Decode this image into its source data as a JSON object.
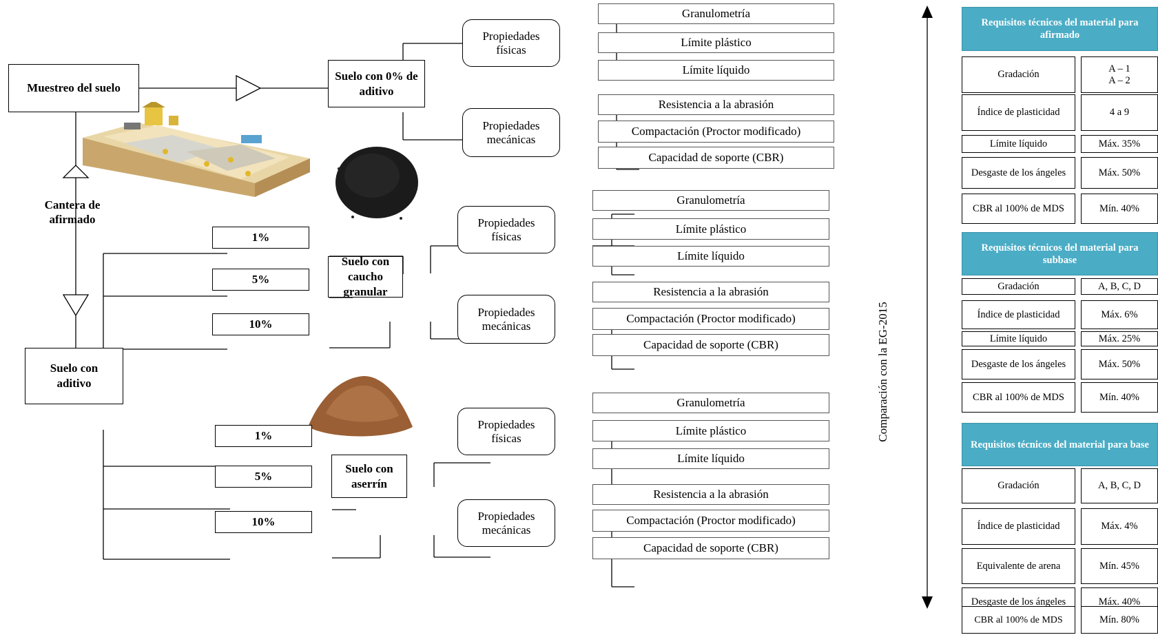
{
  "sampling": {
    "muestreo": "Muestreo del suelo",
    "cantera": "Cantera de afirmado",
    "suelo_aditivo": "Suelo con aditivo"
  },
  "branch_zero": {
    "title": "Suelo con 0% de aditivo"
  },
  "branch_caucho": {
    "title": "Suelo con caucho granular",
    "p1": "1%",
    "p2": "5%",
    "p3": "10%"
  },
  "branch_aserrin": {
    "title": "Suelo con aserrín",
    "p1": "1%",
    "p2": "5%",
    "p3": "10%"
  },
  "properties": {
    "fisicas": "Propiedades físicas",
    "mecanicas": "Propiedades mecánicas",
    "granulometria": "Granulometría",
    "limite_plastico": "Límite plástico",
    "limite_liquido": "Límite líquido",
    "abrasion": "Resistencia a la abrasión",
    "compactacion": "Compactación (Proctor modificado)",
    "cbr": "Capacidad de soporte (CBR)"
  },
  "comparison_label": "Comparación con la EG-2015",
  "tables": {
    "afirmado": {
      "title": "Requisitos técnicos del material para afirmado",
      "rows": [
        {
          "label": "Gradación",
          "value": "A – 1\nA – 2"
        },
        {
          "label": "Índice de plasticidad",
          "value": "4 a 9"
        },
        {
          "label": "Límite líquido",
          "value": "Máx. 35%"
        },
        {
          "label": "Desgaste de los ángeles",
          "value": "Máx. 50%"
        },
        {
          "label": "CBR al 100% de MDS",
          "value": "Mín. 40%"
        }
      ]
    },
    "subbase": {
      "title": "Requisitos técnicos del material para subbase",
      "rows": [
        {
          "label": "Gradación",
          "value": "A, B, C, D"
        },
        {
          "label": "Índice de plasticidad",
          "value": "Máx. 6%"
        },
        {
          "label": "Límite líquido",
          "value": "Máx. 25%"
        },
        {
          "label": "Desgaste de los ángeles",
          "value": "Máx. 50%"
        },
        {
          "label": "CBR al 100% de MDS",
          "value": "Mín. 40%"
        }
      ]
    },
    "base": {
      "title": "Requisitos técnicos del material para base",
      "rows": [
        {
          "label": "Gradación",
          "value": "A, B, C, D"
        },
        {
          "label": "Índice de plasticidad",
          "value": "Máx. 4%"
        },
        {
          "label": "Equivalente de arena",
          "value": "Mín. 45%"
        },
        {
          "label": "Desgaste de los ángeles",
          "value": "Máx. 40%"
        },
        {
          "label": "CBR al 100% de MDS",
          "value": "Mín. 80%"
        }
      ]
    }
  },
  "colors": {
    "table_header": "#4aacc5",
    "rubber": "#1b1b1b",
    "sawdust": "#9a5f34"
  }
}
